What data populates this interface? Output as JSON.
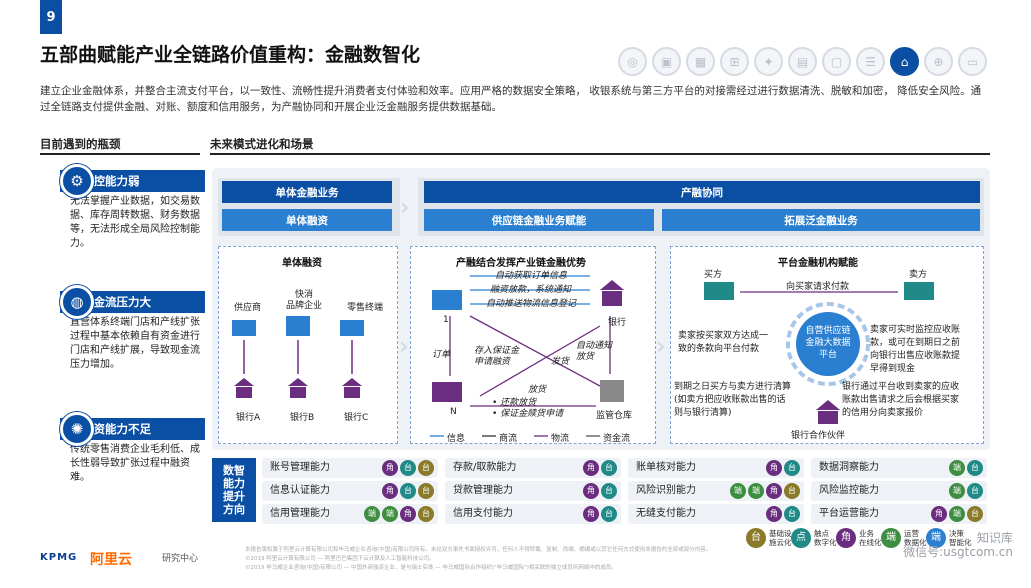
{
  "page_number": "9",
  "title": "五部曲赋能产业全链路价值重构：金融数智化",
  "intro": "建立企业金融体系，并整合主流支付平台，以一致性、流畅性提升消费者支付体验和效率。应用严格的数据安全策略， 收银系统与第三方平台的对接需经过进行数据清洗、脱敏和加密， 降低安全风险。通过全链路支付提供金融、对账、额度和信用服务，为产融协同和开展企业泛金融服务提供数据基础。",
  "top_icons": [
    "target-icon",
    "box-icon",
    "factory-icon",
    "org-icon",
    "gift-icon",
    "grid-icon",
    "lock-icon",
    "doc-icon",
    "bank-icon",
    "network-icon",
    "monitor-icon"
  ],
  "left_section_title": "目前遇到的瓶颈",
  "right_section_title": "未来模式进化和场景",
  "pains": [
    {
      "title": "风控能力弱",
      "desc": "无法掌握产业数据，如交易数据、库存周转数据、财务数据等，无法形成全局风险控制能力。"
    },
    {
      "title": "现金流压力大",
      "desc": "直营体系终端门店和产线扩张过程中基本依赖自有资金进行门店和产线扩展，导致现金流压力增加。"
    },
    {
      "title": "融资能力不足",
      "desc": "传统零售消费企业毛利低、成长性弱导致扩张过程中融资难。"
    }
  ],
  "bars": {
    "single_finance": "单体金融业务",
    "single_financing": "单体融资",
    "synergy": "产融协同",
    "supply_chain": "供应链金融业务赋能",
    "pan_finance": "拓展泛金融业务"
  },
  "box1": {
    "title": "单体融资",
    "top": [
      "供应商",
      "快消\n品牌企业",
      "零售终端"
    ],
    "banks": [
      "银行A",
      "银行B",
      "银行C"
    ]
  },
  "box2": {
    "title": "产融结合发挥产业链金融优势",
    "flows": [
      "自动获取订单信息",
      "融资放款，系统通知",
      "自动推送物流信息登记",
      "订单",
      "存入保证金\n申请融资",
      "发货",
      "自动通知\n放货",
      "放货",
      "• 还款放货\n• 保证金赎货申请"
    ],
    "node_1": "1",
    "node_n": "N",
    "bank": "银行",
    "warehouse": "监管仓库",
    "legend": [
      "信息",
      "商流",
      "物流",
      "资金流"
    ]
  },
  "box3": {
    "title": "平台金融机构赋能",
    "buyer": "买方",
    "seller": "卖方",
    "request": "向买家请求付款",
    "center": "自营供应链\n金融大数据\n平台",
    "left_top": "卖家按买家双方达成一\n致的条款向平台付款",
    "right_top": "卖家可实时监控应收账\n款，或可在到期日之前\n向银行出售应收账款提\n早得到现金",
    "left_bottom": "到期之日买方与卖方进行清算\n(如卖方把应收账款出售的话\n则与银行清算)",
    "right_bottom": "银行通过平台收到卖家的应收\n账款出售请求之后会根据买家\n的信用分向卖家报价",
    "partner": "银行合作伙伴"
  },
  "capability_label": "数智\n能力\n提升\n方向",
  "capabilities": [
    [
      {
        "name": "账号管理能力",
        "badges": [
          "角",
          "台",
          "台"
        ]
      },
      {
        "name": "存款/取款能力",
        "badges": [
          "角",
          "台"
        ]
      },
      {
        "name": "账单核对能力",
        "badges": [
          "角",
          "台"
        ]
      },
      {
        "name": "数据洞察能力",
        "badges": [
          "端",
          "台"
        ]
      }
    ],
    [
      {
        "name": "信息认证能力",
        "badges": [
          "角",
          "台",
          "台"
        ]
      },
      {
        "name": "贷款管理能力",
        "badges": [
          "角",
          "台"
        ]
      },
      {
        "name": "风险识别能力",
        "badges": [
          "端",
          "端",
          "角",
          "台"
        ]
      },
      {
        "name": "风险监控能力",
        "badges": [
          "端",
          "台"
        ]
      }
    ],
    [
      {
        "name": "信用管理能力",
        "badges": [
          "端",
          "端",
          "角",
          "台"
        ]
      },
      {
        "name": "信用支付能力",
        "badges": [
          "角",
          "台"
        ]
      },
      {
        "name": "无缝支付能力",
        "badges": [
          "角",
          "台"
        ]
      },
      {
        "name": "平台运营能力",
        "badges": [
          "角",
          "端",
          "台"
        ]
      }
    ]
  ],
  "legend": [
    {
      "badge": "台",
      "label": "基础设\n施云化"
    },
    {
      "badge": "点",
      "label": "触点\n数字化"
    },
    {
      "badge": "角",
      "label": "业务\n在线化"
    },
    {
      "badge": "端",
      "label": "运营\n数据化"
    },
    {
      "badge": "端",
      "label": "决策\n智能化"
    }
  ],
  "footer": "本报告版权属于阿里云计算有限公司和毕马威企业咨询(中国)有限公司所有。未经双方事先书面授权许可，任何人不得转载、复制、改编、摘编或以其它任何方式使用本报告的全部或部分内容。\n©2019 阿里云计算有限公司 — 阿里巴巴集团下云计算及人工智能科技公司。\n©2019 毕马威企业咨询(中国)有限公司 — 中国外商独资企业，是与瑞士实体 — 毕马威国际合作组织(\"毕马威国际\")相关联的独立成员所网络中的成员。",
  "kpmg": "KPMG",
  "aliyun": "阿里云",
  "aliyun_sub": "研究中心",
  "watermark": "知识库\n微信号:usgtcom.cn",
  "colors": {
    "primary": "#0a4fa3",
    "light": "#2a7fd0",
    "purple": "#6b2d7f",
    "teal": "#1f8a87",
    "green": "#3e8e41"
  }
}
